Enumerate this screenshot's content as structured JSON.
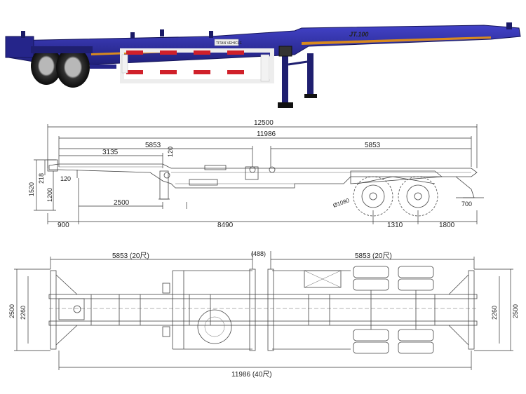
{
  "photo": {
    "brand_text": "JT.100",
    "plate_text": "TITAN VEHICLE",
    "colors": {
      "frame": "#2f2fa0",
      "frame_dark": "#1a1a66",
      "stripe": "#d88a1e",
      "tire": "#141414",
      "bar_red": "#d0202a",
      "bar_white": "#f4f4f4"
    }
  },
  "side_view": {
    "dims": {
      "overall": "12500",
      "container": "11986",
      "front_span": "5853",
      "rear_span": "5853",
      "gooseneck": "3135",
      "step": "120",
      "height_total": "1520",
      "kingpin_height": "218",
      "front_120": "120",
      "deck_height": "1200",
      "landing_gear": "2500",
      "wheel_dia": "Ø1080",
      "rear_overhang_h": "700",
      "front_overhang": "900",
      "kingpin_to_axle": "8490",
      "axle_spread": "1310",
      "rear_overhang": "1800"
    }
  },
  "top_view": {
    "dims": {
      "left_span": "5853 (20尺)",
      "mid_gap": "(488)",
      "right_span": "5853 (20尺)",
      "width_outer": "2500",
      "width_inner": "2260",
      "width_outer_right": "2500",
      "width_inner_right": "2260",
      "bottom_span": "11986 (40尺)"
    }
  }
}
